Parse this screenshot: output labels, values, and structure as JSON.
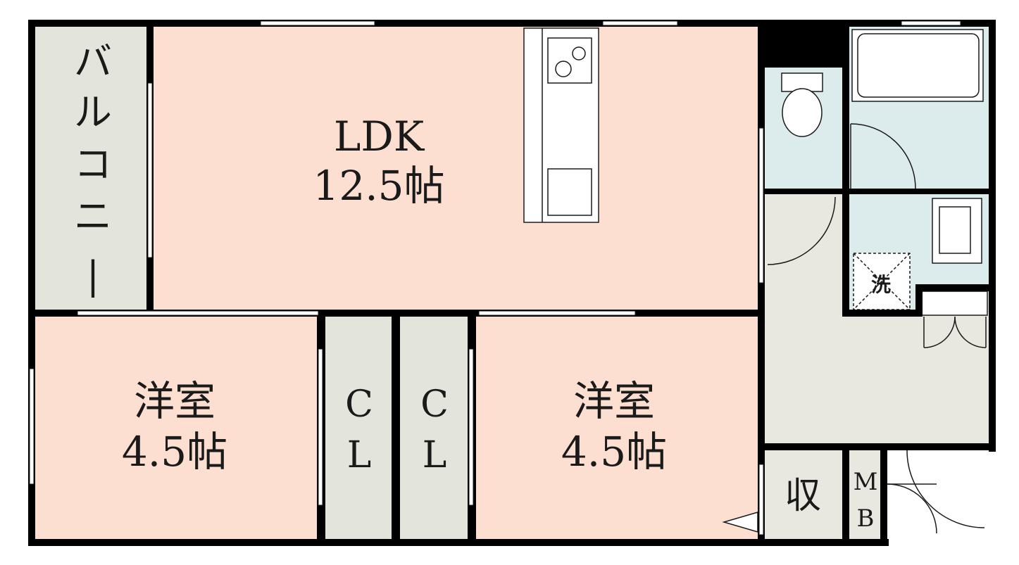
{
  "rooms": {
    "balcony": {
      "label": "バルコニー"
    },
    "ldk": {
      "name": "LDK",
      "size": "12.5帖"
    },
    "western_left": {
      "name": "洋室",
      "size": "4.5帖"
    },
    "closet_left": {
      "line1": "C",
      "line2": "L"
    },
    "closet_right": {
      "line1": "C",
      "line2": "L"
    },
    "western_right": {
      "name": "洋室",
      "size": "4.5帖"
    },
    "storage": {
      "label": "収"
    },
    "meter_box": {
      "line1": "M",
      "line2": "B"
    },
    "laundry": {
      "label": "洗"
    }
  },
  "colors": {
    "room_pink": "#fddfd2",
    "balcony_gray": "#e3e4dc",
    "wet_blue": "#dcecec",
    "hall_gray": "#e8e8e0",
    "wall": "#000000"
  }
}
